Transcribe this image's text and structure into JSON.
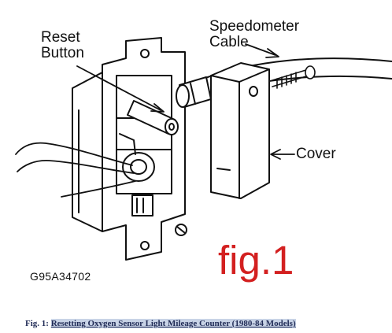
{
  "labels": {
    "reset_button": [
      "Reset",
      "Button"
    ],
    "speedometer_cable": [
      "Speedometer",
      "Cable"
    ],
    "cover": "Cover",
    "drawing_code": "G95A34702"
  },
  "figure_label": "fig.1",
  "caption": {
    "prefix": "Fig. 1:",
    "title": "Resetting Oxygen Sensor Light Mileage Counter (1980-84 Models)"
  },
  "colors": {
    "line": "#111111",
    "figure_label": "#d32020",
    "caption_text": "#1f2a55",
    "caption_highlight": "#c8d3e6"
  }
}
